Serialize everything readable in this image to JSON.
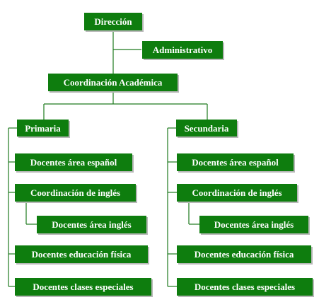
{
  "org_chart": {
    "root": {
      "label": "Dirección"
    },
    "admin": {
      "label": "Administrativo"
    },
    "academic": {
      "label": "Coordinación Académica"
    },
    "primaria": {
      "label": "Primaria",
      "items": {
        "espanol": "Docentes área español",
        "ingles_coord": "Coordinación de inglés",
        "ingles_docentes": "Docentes área inglés",
        "fisica": "Docentes educación física",
        "especiales": "Docentes clases especiales"
      }
    },
    "secundaria": {
      "label": "Secundaria",
      "items": {
        "espanol": "Docentes área español",
        "ingles_coord": "Coordinación de inglés",
        "ingles_docentes": "Docentes área inglés",
        "fisica": "Docentes educación física",
        "especiales": "Docentes clases especiales"
      }
    },
    "colors": {
      "box": "#0e7d0e",
      "line": "#1e7a1e",
      "text": "#ffffff"
    }
  }
}
